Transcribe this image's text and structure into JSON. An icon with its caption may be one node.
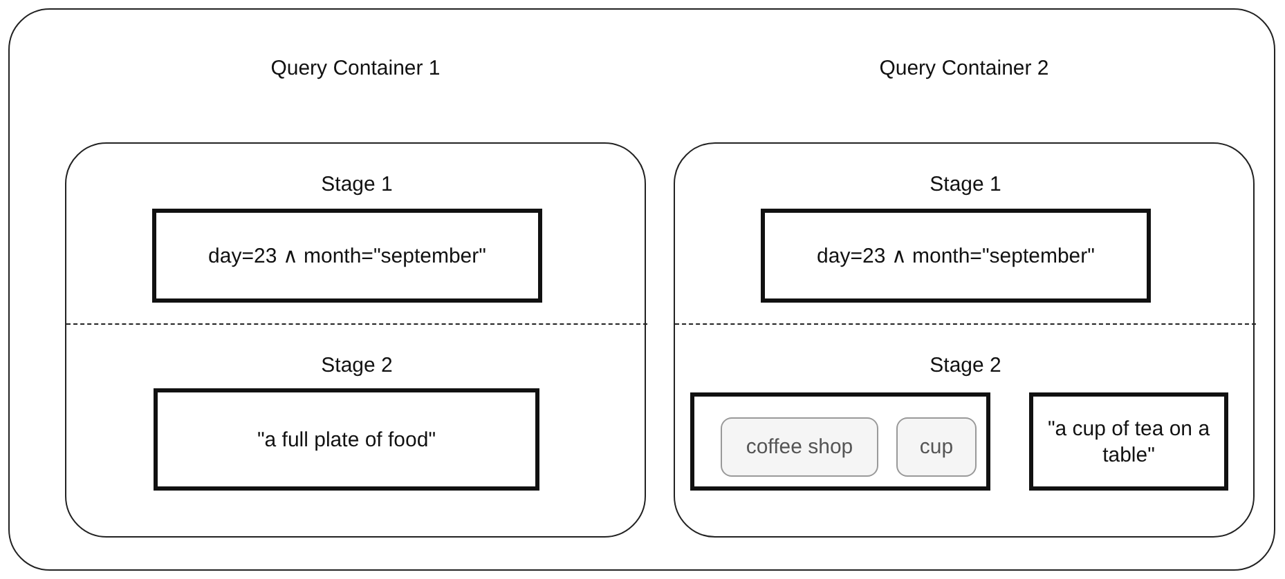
{
  "diagram": {
    "nodes": [
      {
        "text": [],
        "shape": "box"
      },
      {
        "text": [
          "Query Container 1"
        ],
        "in": 0
      },
      {
        "text": [
          "Stage 1"
        ],
        "in": 1
      },
      {
        "text": [
          "day=23 ∧ month=\"september\""
        ],
        "in": 2
      },
      {
        "text": [
          "Stage 2"
        ],
        "in": 1
      },
      {
        "text": [
          "\"a full plate of food\""
        ],
        "in": 4
      },
      {
        "text": [
          "Query Container 2"
        ],
        "in": 0
      },
      {
        "text": [
          "Stage 1"
        ],
        "in": 6
      },
      {
        "text": [
          "day=23 ∧ month=\"september\""
        ],
        "in": 7
      },
      {
        "text": [
          "Stage 2"
        ],
        "in": 6
      },
      {
        "text": [],
        "shape": "box",
        "in": 9
      },
      {
        "text": [
          "coffee shop"
        ],
        "in": 10
      },
      {
        "text": [
          "cup"
        ],
        "in": 10
      },
      {
        "text": [
          "\"a cup of tea on a table\""
        ],
        "in": 9
      }
    ]
  }
}
